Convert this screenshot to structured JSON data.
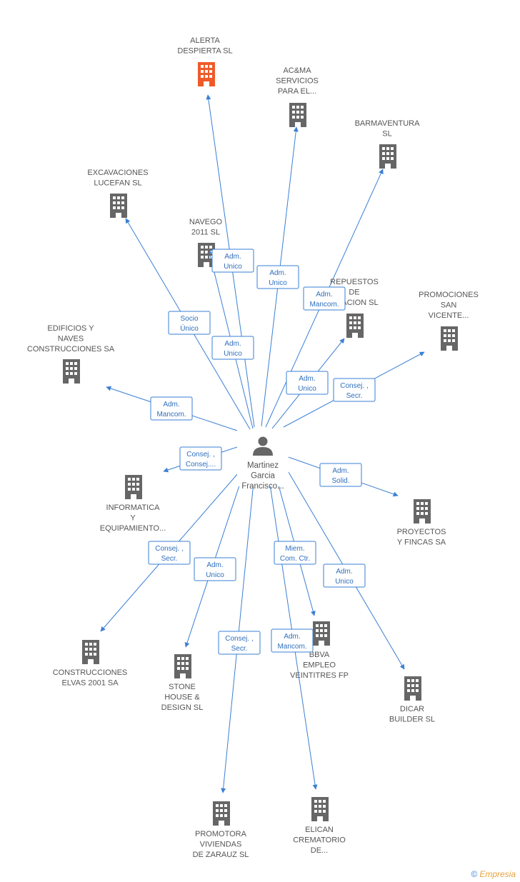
{
  "center": {
    "name": "Martinez Garcia Francisco...",
    "lines": [
      "Martinez",
      "Garcia",
      "Francisco..."
    ],
    "icon": "person-icon"
  },
  "companies": [
    {
      "id": "alerta",
      "lines": [
        "ALERTA",
        "DESPIERTA SL"
      ],
      "highlight": true,
      "icon": "building-icon"
    },
    {
      "id": "acma",
      "lines": [
        "AC&MA",
        "SERVICIOS",
        "PARA EL..."
      ],
      "icon": "building-icon"
    },
    {
      "id": "barmaventura",
      "lines": [
        "BARMAVENTURA",
        "SL"
      ],
      "icon": "building-icon"
    },
    {
      "id": "excavaciones",
      "lines": [
        "EXCAVACIONES",
        "LUCEFAN SL"
      ],
      "icon": "building-icon"
    },
    {
      "id": "navego",
      "lines": [
        "NAVEGO",
        "2011 SL"
      ],
      "icon": "building-icon"
    },
    {
      "id": "repuestos",
      "lines": [
        "REPUESTOS",
        "DE",
        "...ZACION SL"
      ],
      "icon": "building-icon"
    },
    {
      "id": "promociones",
      "lines": [
        "PROMOCIONES",
        "SAN",
        "VICENTE..."
      ],
      "icon": "building-icon"
    },
    {
      "id": "edificios",
      "lines": [
        "EDIFICIOS Y",
        "NAVES",
        "CONSTRUCCIONES SA"
      ],
      "icon": "building-icon"
    },
    {
      "id": "informatica",
      "lines": [
        "INFORMATICA",
        "Y",
        "EQUIPAMIENTO..."
      ],
      "icon": "building-icon"
    },
    {
      "id": "proyectos",
      "lines": [
        "PROYECTOS",
        "Y FINCAS SA"
      ],
      "icon": "building-icon"
    },
    {
      "id": "construcciones",
      "lines": [
        "CONSTRUCCIONES",
        "ELVAS 2001 SA"
      ],
      "icon": "building-icon"
    },
    {
      "id": "stone",
      "lines": [
        "STONE",
        "HOUSE &",
        "DESIGN SL"
      ],
      "icon": "building-icon"
    },
    {
      "id": "bbva",
      "lines": [
        "BBVA",
        "EMPLEO",
        "VEINTITRES FP"
      ],
      "icon": "building-icon"
    },
    {
      "id": "dicar",
      "lines": [
        "DICAR",
        "BUILDER SL"
      ],
      "icon": "building-icon"
    },
    {
      "id": "promotora",
      "lines": [
        "PROMOTORA",
        "VIVIENDAS",
        "DE ZARAUZ SL"
      ],
      "icon": "building-icon"
    },
    {
      "id": "elican",
      "lines": [
        "ELICAN",
        "CREMATORIO",
        "DE..."
      ],
      "icon": "building-icon"
    }
  ],
  "relations": [
    {
      "target": "navego",
      "lines": [
        "Adm.",
        "Unico"
      ]
    },
    {
      "target": "acma",
      "lines": [
        "Adm.",
        "Unico"
      ]
    },
    {
      "target": "barmaventura",
      "lines": [
        "Adm.",
        "Mancom."
      ]
    },
    {
      "target": "excavaciones",
      "lines": [
        "Socio",
        "Único"
      ]
    },
    {
      "target": "alerta",
      "lines": [
        "Adm.",
        "Unico"
      ]
    },
    {
      "target": "repuestos",
      "lines": [
        "Adm.",
        "Unico"
      ]
    },
    {
      "target": "promociones",
      "lines": [
        "Consej. ,",
        "Secr."
      ]
    },
    {
      "target": "edificios",
      "lines": [
        "Adm.",
        "Mancom."
      ]
    },
    {
      "target": "informatica",
      "lines": [
        "Consej. ,",
        "Consej...."
      ]
    },
    {
      "target": "proyectos",
      "lines": [
        "Adm.",
        "Solid."
      ]
    },
    {
      "target": "construcciones",
      "lines": [
        "Consej. ,",
        "Secr."
      ]
    },
    {
      "target": "stone",
      "lines": [
        "Adm.",
        "Unico"
      ]
    },
    {
      "target": "bbva",
      "lines": [
        "Miem.",
        "Com. Ctr."
      ]
    },
    {
      "target": "dicar",
      "lines": [
        "Adm.",
        "Unico"
      ]
    },
    {
      "target": "promotora",
      "lines": [
        "Consej. ,",
        "Secr."
      ]
    },
    {
      "target": "elican",
      "lines": [
        "Adm.",
        "Mancom."
      ]
    }
  ],
  "colors": {
    "edge": "#3a7fd5",
    "building": "#666666",
    "highlight": "#f05a28",
    "person": "#666666"
  },
  "footer": {
    "copyright": "©",
    "brand": "Empresia"
  }
}
